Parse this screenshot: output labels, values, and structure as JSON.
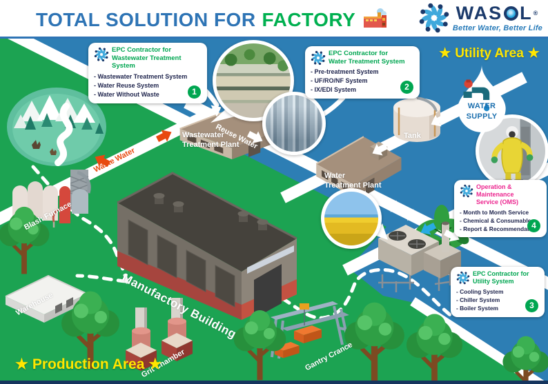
{
  "header": {
    "title_main": "TOTAL SOLUTION FOR",
    "title_accent": "FACTORY"
  },
  "logo": {
    "name": "WASOL",
    "word_pre": "WAS",
    "word_post": "L",
    "registered": "®",
    "tagline": "Better Water, Better Life"
  },
  "areas": {
    "utility": {
      "star_left": "★",
      "label": "Utility Area",
      "star_right": "★"
    },
    "production": {
      "star_left": "★",
      "label": "Production Area",
      "star_right": "★"
    }
  },
  "water_supply": {
    "line1": "WATER",
    "line2": "SUPPLY"
  },
  "callouts": [
    {
      "number": "1",
      "title_line1": "EPC Contractor for",
      "title_line2": "Wastewater Treatment System",
      "items": [
        "- Wastewater Treatment System",
        "- Water Reuse System",
        "- Water Without Waste"
      ]
    },
    {
      "number": "2",
      "title_line1": "EPC Contractor for",
      "title_line2": "Water Treatment System",
      "items": [
        "- Pre-treatment System",
        "- UF/RO/NF System",
        "- IX/EDI System"
      ]
    },
    {
      "number": "4",
      "title_line1": "Operation & Maintenance",
      "title_line2": "Service (OMS)",
      "items": [
        "- Month to Month Service",
        "- Chemical & Consumables",
        "- Report & Recommendation"
      ]
    },
    {
      "number": "3",
      "title_line1": "EPC Contractor for",
      "title_line2": "Utility System",
      "items": [
        "- Cooling System",
        "- Chiller System",
        "- Boiler System"
      ]
    }
  ],
  "buildings": {
    "wastewater_plant_line1": "Wastewater",
    "wastewater_plant_line2": "Treatment Plant",
    "water_plant_line1": "Water",
    "water_plant_line2": "Treatment Plant",
    "tank": "Tank",
    "manufactory": "Manufactory Building",
    "blash_furnace": "Blash Furnace",
    "warehouse": "Warehouse",
    "grit_chamber": "Grit Chamber",
    "gantry_crance": "Gantry Crance"
  },
  "flows": {
    "waste_water": "Waste Water",
    "reuse_water": "Reuse Water"
  },
  "colors": {
    "title_blue": "#2e74b5",
    "title_green": "#00b050",
    "bg_blue": "#2d7eb4",
    "bg_green": "#1ca352",
    "callout_title_green": "#00a651",
    "oms_title_pink": "#ec268f",
    "badge_green": "#00a651",
    "waste_water_orange": "#e8490f",
    "area_label_yellow": "#ffe600",
    "logo_navy": "#1b3a6b",
    "logo_blue": "#29abe2",
    "road_white": "#ffffff"
  }
}
